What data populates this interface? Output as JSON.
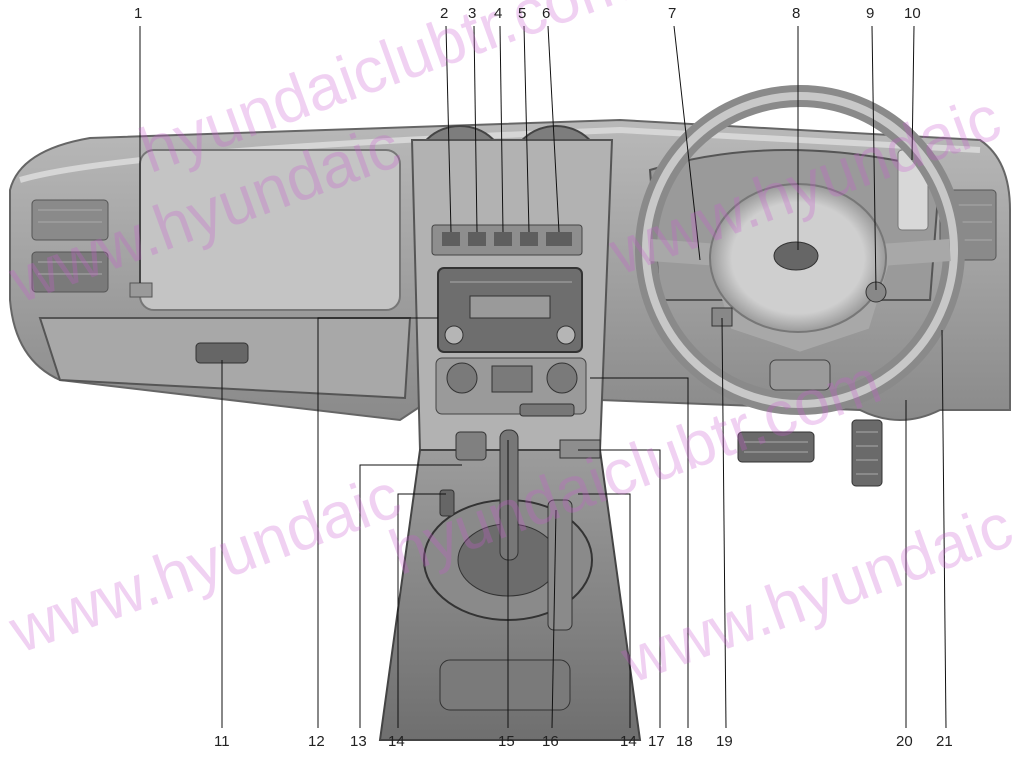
{
  "watermark": "www.hyundaiclubtr.com",
  "watermark_parts": [
    "www.hyundaic",
    "hyundaiclubtr.com",
    "www.hyundaic",
    "hyundaiclubtr.com",
    "www.hyundaic",
    "www.hyundaic"
  ],
  "labels_top": [
    "1",
    "2",
    "3",
    "4",
    "5",
    "6",
    "7",
    "8",
    "9",
    "10"
  ],
  "labels_bottom": [
    "11",
    "12",
    "13",
    "14",
    "15",
    "16",
    "14",
    "17",
    "18",
    "19",
    "20",
    "21"
  ]
}
